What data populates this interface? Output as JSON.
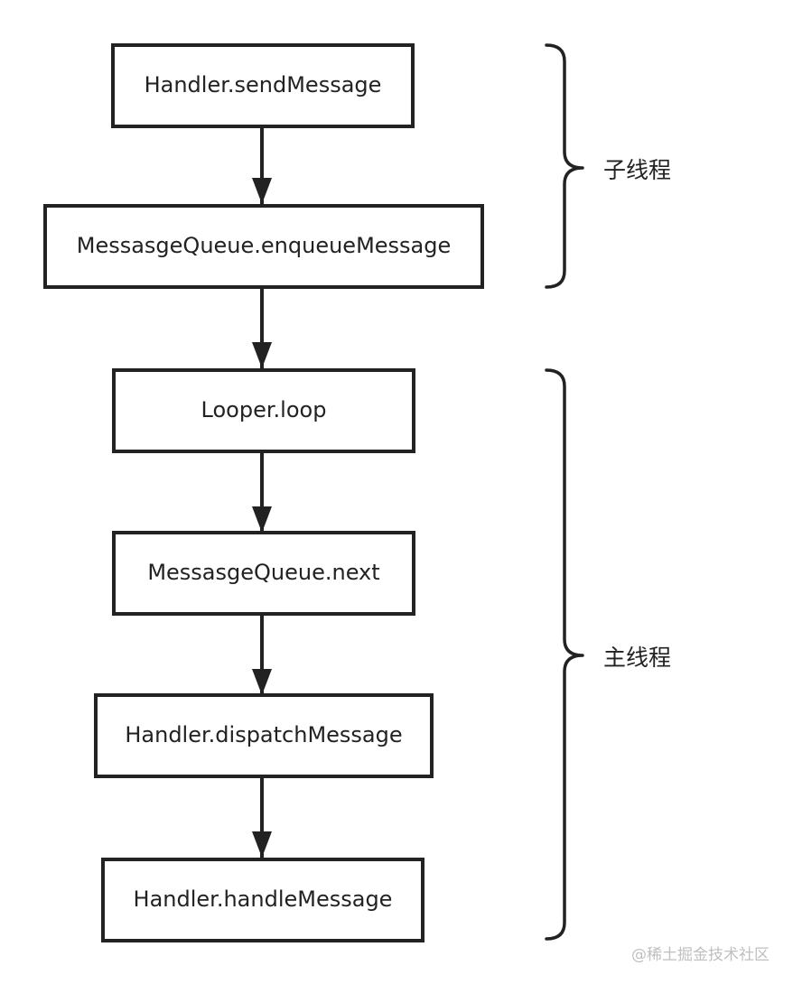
{
  "nodes": [
    {
      "label": "Handler.sendMessage"
    },
    {
      "label": "MessasgeQueue.enqueueMessage"
    },
    {
      "label": "Looper.loop"
    },
    {
      "label": "MessasgeQueue.next"
    },
    {
      "label": "Handler.dispatchMessage"
    },
    {
      "label": "Handler.handleMessage"
    }
  ],
  "groups": [
    {
      "label": "子线程",
      "from_node": 0,
      "to_node": 1
    },
    {
      "label": "主线程",
      "from_node": 2,
      "to_node": 5
    }
  ],
  "watermark": "@稀土掘金技术社区",
  "colors": {
    "stroke": "#222222",
    "background": "#ffffff",
    "watermark": "#bfbfbf"
  }
}
